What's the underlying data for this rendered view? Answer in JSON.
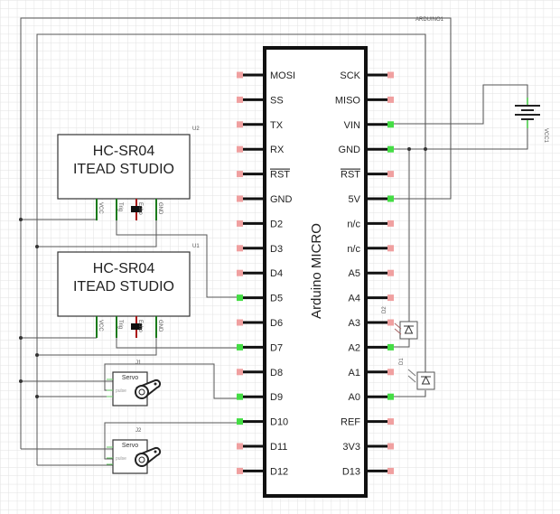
{
  "arduino": {
    "title": "Arduino MICRO",
    "part_label": "ARDUINO1",
    "left_pins": [
      "MOSI",
      "SS",
      "TX",
      "RX",
      "RST",
      "GND",
      "D2",
      "D3",
      "D4",
      "D5",
      "D6",
      "D7",
      "D8",
      "D9",
      "D10",
      "D11",
      "D12"
    ],
    "right_pins": [
      "SCK",
      "MISO",
      "VIN",
      "GND",
      "RST",
      "5V",
      "n/c",
      "n/c",
      "A5",
      "A4",
      "A3",
      "A2",
      "A1",
      "A0",
      "REF",
      "3V3",
      "D13"
    ],
    "left_connected": [
      "D5",
      "D7",
      "D9",
      "D10"
    ],
    "right_connected": [
      "VIN",
      "GND",
      "5V",
      "A2",
      "A0"
    ]
  },
  "sensors": [
    {
      "part_label": "U2",
      "line1": "HC-SR04",
      "line2": "ITEAD STUDIO",
      "pins": [
        "VCC",
        "Trig",
        "Echo",
        "GND"
      ]
    },
    {
      "part_label": "U1",
      "line1": "HC-SR04",
      "line2": "ITEAD STUDIO",
      "pins": [
        "VCC",
        "Trig",
        "Echo",
        "GND"
      ]
    }
  ],
  "servos": [
    {
      "part_label": "J1",
      "title": "Servo",
      "pin_label": "pulse"
    },
    {
      "part_label": "J2",
      "title": "Servo",
      "pin_label": "pulse"
    }
  ],
  "leds": [
    {
      "part_label": "D2"
    },
    {
      "part_label": "D1"
    }
  ],
  "battery": {
    "part_label": "VCC1"
  },
  "colors": {
    "connected_pin": "#44dd44",
    "unconnected_pin": "#f0a0a0",
    "wire": "#555555",
    "sensor_pin": "#1a7a1a",
    "echo_pin": "#aa1111"
  }
}
